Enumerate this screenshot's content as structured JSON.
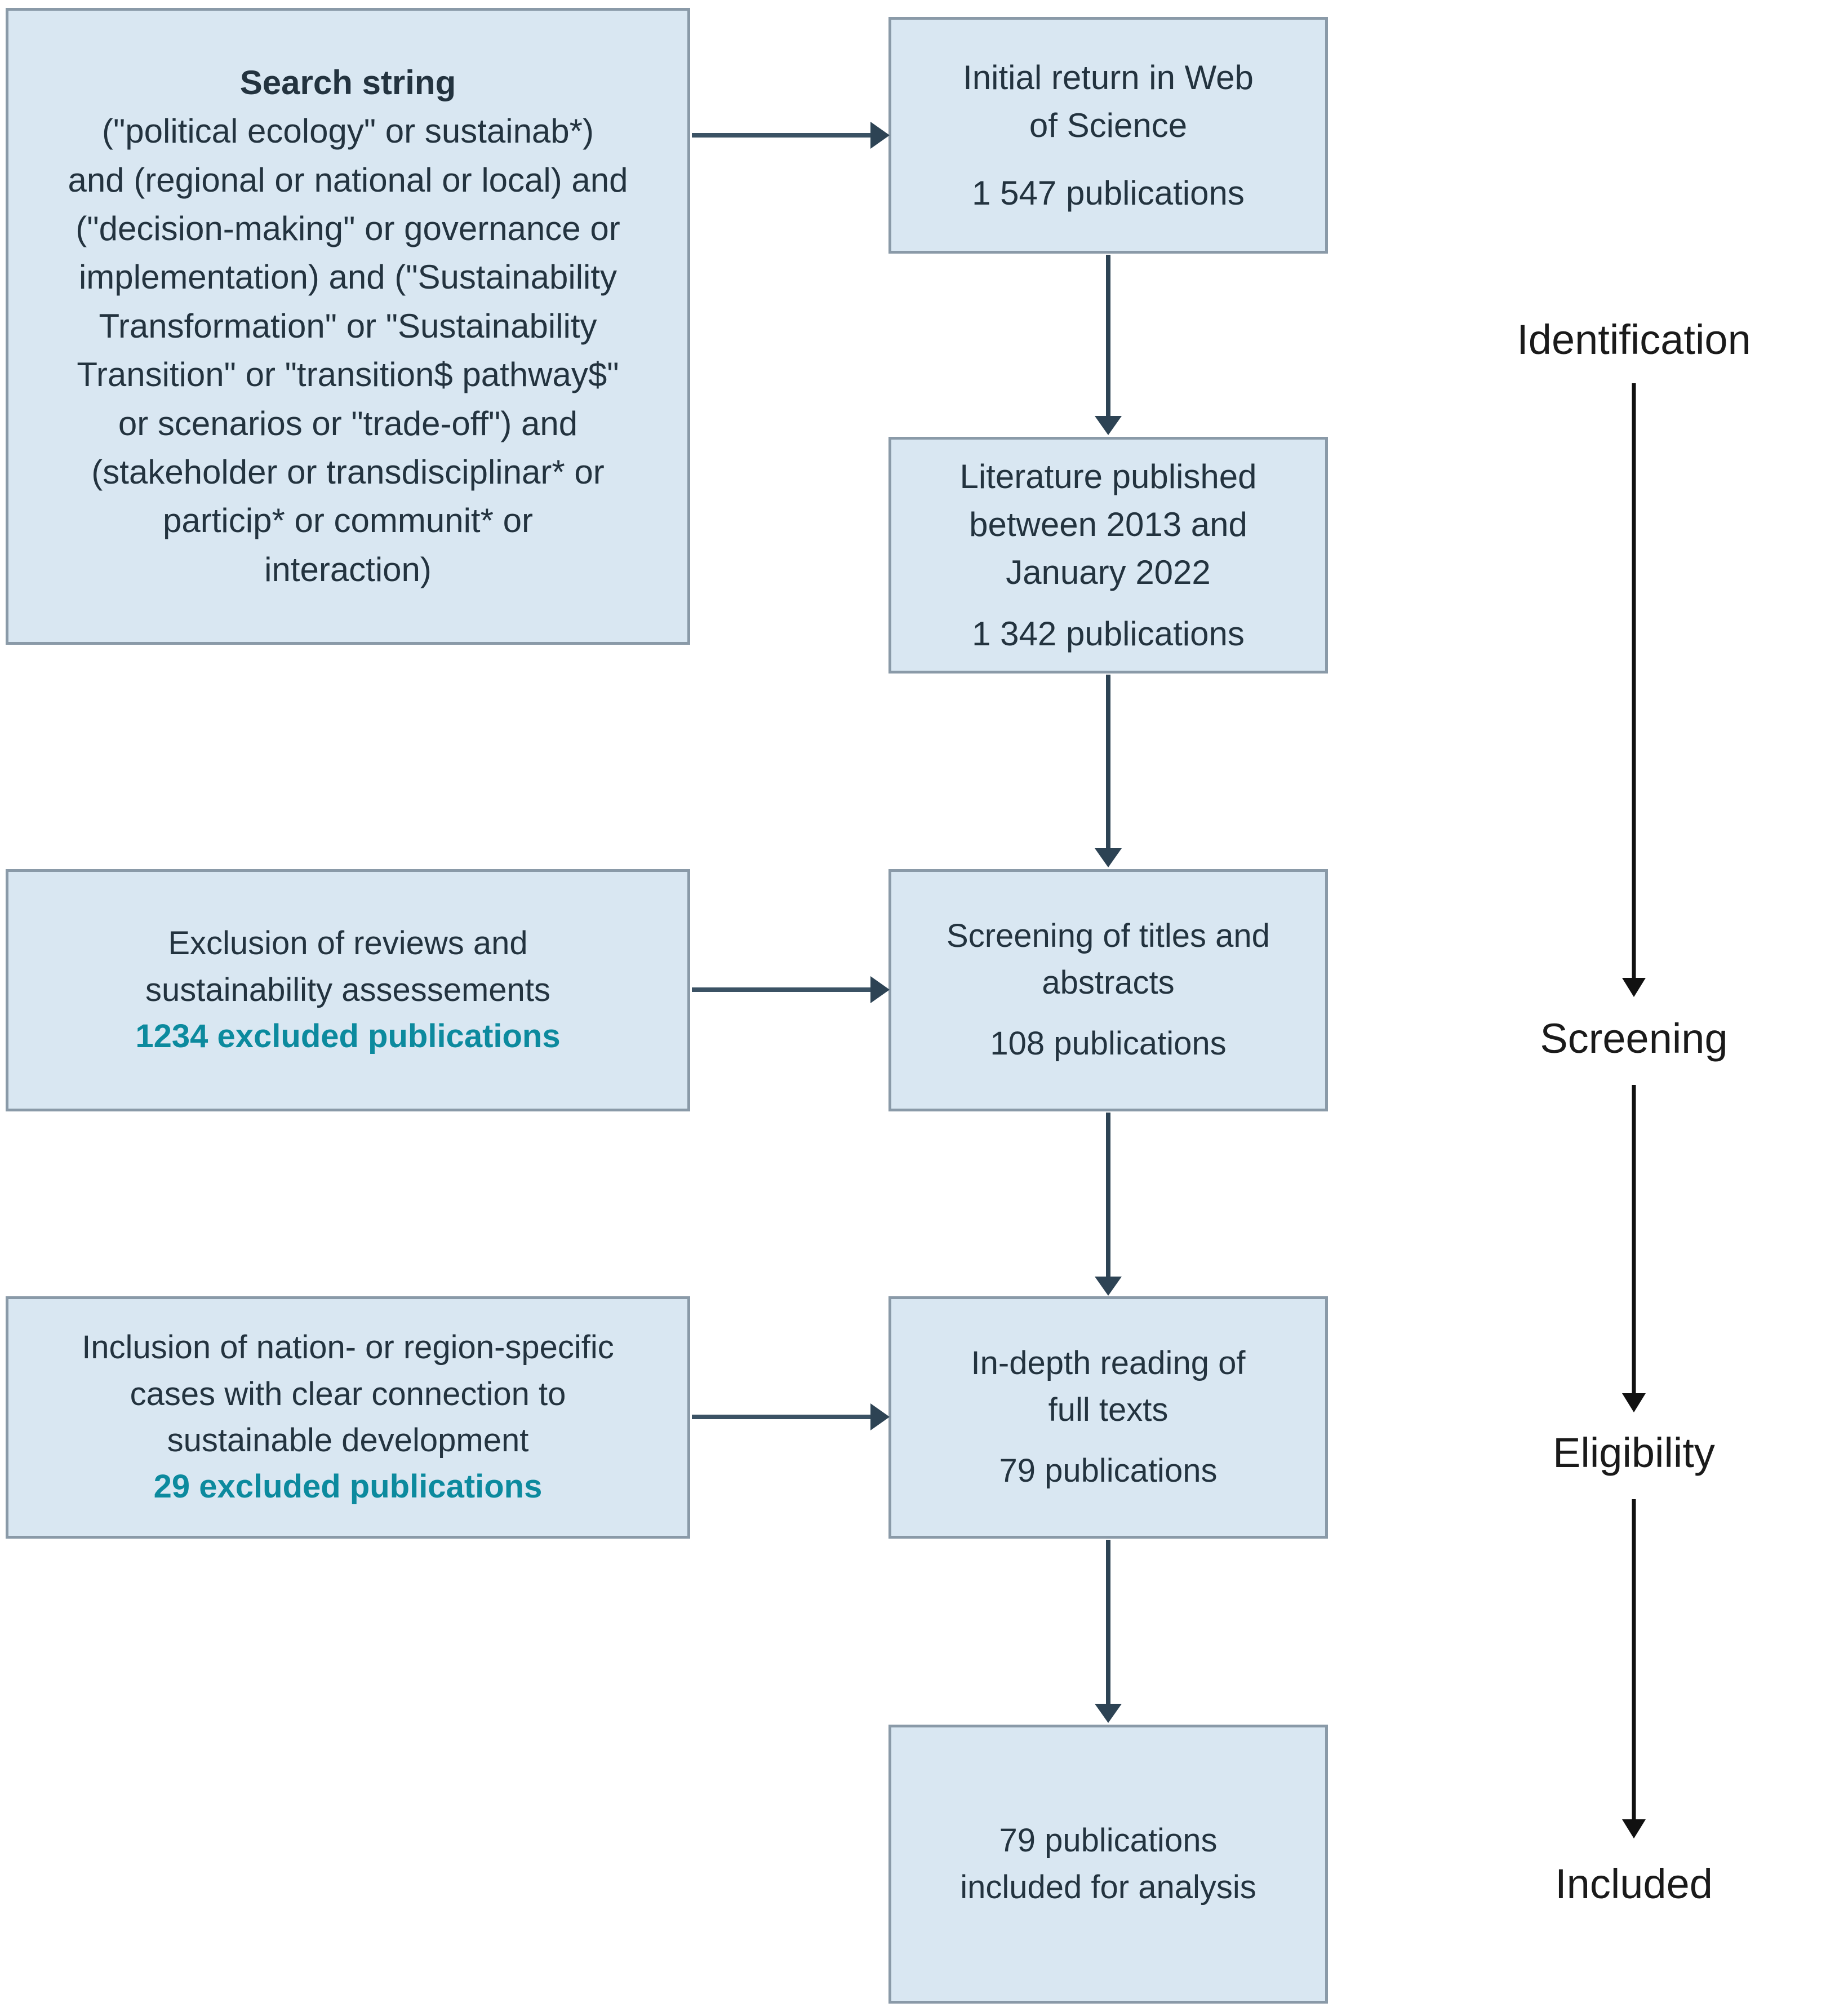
{
  "figure": {
    "type": "prisma-flow-diagram",
    "accent_teal": "#0c8a9e",
    "box_fill": "#d9e7f2",
    "box_border": "#8a9aa8",
    "connector_color": "#2d4354",
    "rail_color": "#111111"
  },
  "boxes": {
    "search_string": {
      "title": "Search string",
      "lines": [
        "(\"political ecology\" or sustainab*)",
        "and (regional or national or local) and",
        "(\"decision-making\" or governance or",
        "implementation) and (\"Sustainability",
        "Transformation\" or \"Sustainability",
        "Transition\" or \"transition$ pathway$\"",
        "or scenarios or \"trade-off\") and",
        "(stakeholder or transdisciplinar* or",
        "particip* or communit* or",
        "interaction)"
      ]
    },
    "initial_return": {
      "line1": "Initial return in Web",
      "line2": "of Science",
      "count": "1 547  publications"
    },
    "literature_published": {
      "line1": "Literature published",
      "line2": "between 2013 and",
      "line3": "January 2022",
      "count": "1 342  publications"
    },
    "exclusion_reviews": {
      "line1": "Exclusion of reviews and",
      "line2": "sustainability assessements",
      "count": "1234 excluded publications"
    },
    "screening_titles": {
      "line1": "Screening of titles and",
      "line2": "abstracts",
      "count": "108  publications"
    },
    "inclusion_cases": {
      "line1": "Inclusion of nation- or region-specific",
      "line2": "cases with clear connection to",
      "line3": "sustainable development",
      "count": "29 excluded publications"
    },
    "indepth_reading": {
      "line1": "In-depth reading of",
      "line2": "full texts",
      "count": "79  publications"
    },
    "included_analysis": {
      "line1": "79 publications",
      "line2": "included for analysis"
    }
  },
  "stages": [
    {
      "label": "Identification"
    },
    {
      "label": "Screening"
    },
    {
      "label": "Eligibility"
    },
    {
      "label": "Included"
    }
  ]
}
